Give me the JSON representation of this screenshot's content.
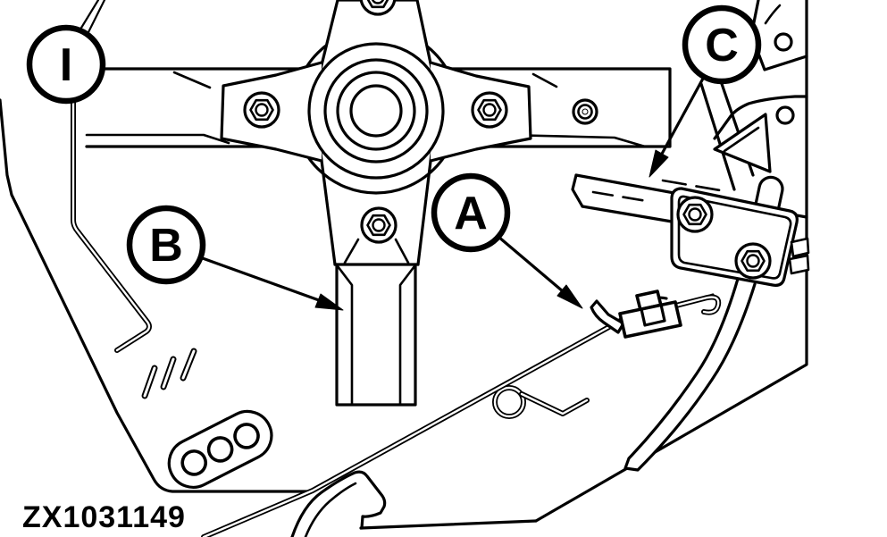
{
  "figure": {
    "part_code": "ZX1031149",
    "callouts": [
      {
        "label": "I"
      },
      {
        "label": "B"
      },
      {
        "label": "A"
      },
      {
        "label": "C"
      }
    ],
    "colors": {
      "line": "#000000",
      "background": "#ffffff"
    }
  }
}
